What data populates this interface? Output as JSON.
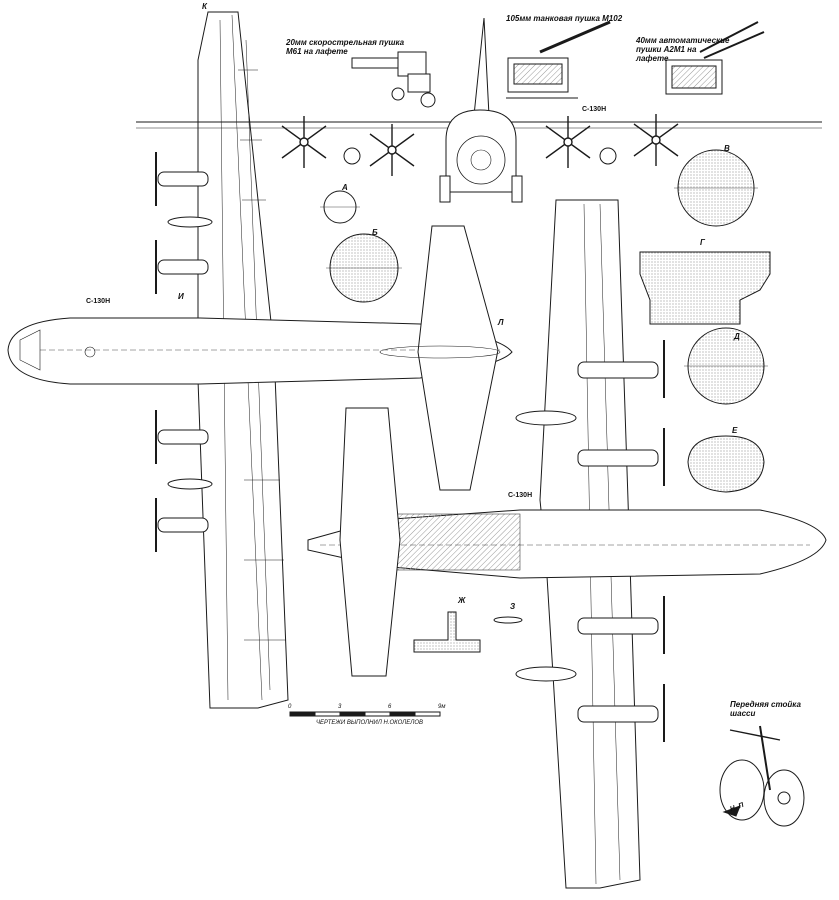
{
  "labels": {
    "gun_20mm": "20мм скорострельная пушка\nМ61 на лафете",
    "gun_105mm": "105мм танковая пушка М102",
    "gun_40mm": "40мм автоматические\nпушки  А2М1 на\nлафете",
    "aircraft_front": "С-130Н",
    "aircraft_top": "С-130Н",
    "aircraft_bottom": "С-130Н",
    "nose_gear": "Передняя стойка\nшасси",
    "direction": "Н. П",
    "credit": "ЧЕРТЕЖИ ВЫПОЛНИЛ  Н.ОКОЛЕЛОВ"
  },
  "sections": {
    "a": "А",
    "b": "Б",
    "v": "В",
    "g": "Г",
    "d": "Д",
    "e": "Е",
    "zh": "Ж",
    "z": "З",
    "i": "И",
    "k": "К",
    "l": "Л"
  },
  "scale": {
    "ticks": [
      "0",
      "3",
      "6",
      "9м"
    ]
  },
  "colors": {
    "ink": "#1a1a1a",
    "hatch": "#888888",
    "paper": "#ffffff"
  }
}
